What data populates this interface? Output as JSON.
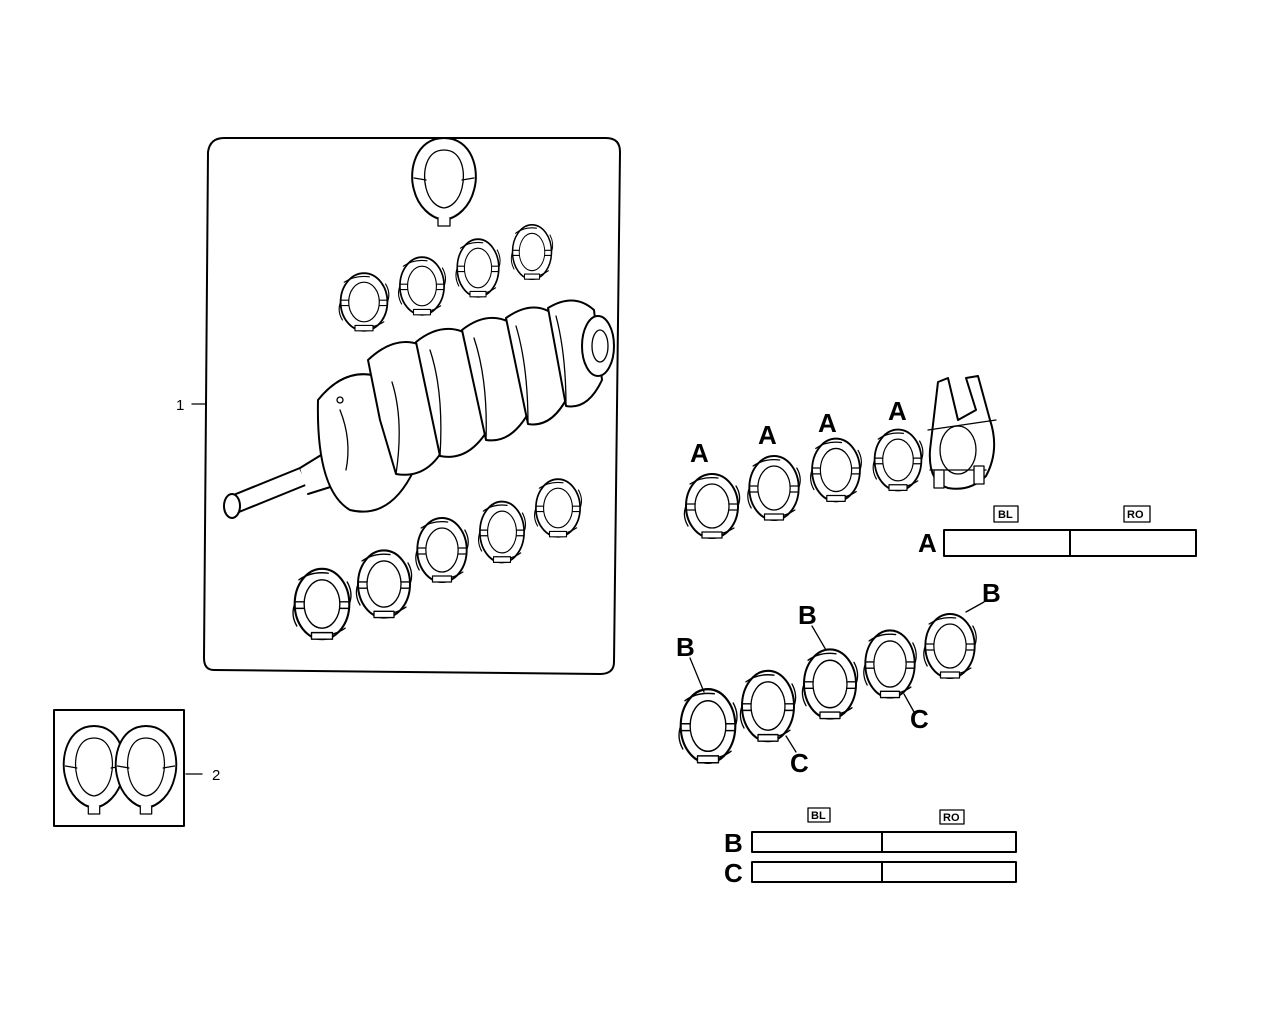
{
  "callouts": {
    "item_1": "1",
    "item_2": "2"
  },
  "grades": {
    "a": "A",
    "b": "B",
    "c": "C"
  },
  "color_codes": {
    "blue": "BL",
    "red": "RO"
  }
}
